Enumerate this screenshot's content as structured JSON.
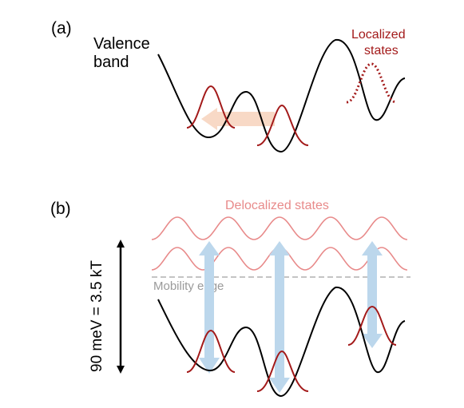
{
  "panel_a": {
    "label": "(a)",
    "valence_label_line1": "Valence",
    "valence_label_line2": "band",
    "localized_label_line1": "Localized",
    "localized_label_line2": "states"
  },
  "panel_b": {
    "label": "(b)",
    "delocalized_label": "Delocalized states",
    "mobility_label": "Mobility edge",
    "energy_label": "90 meV = 3.5 kT"
  },
  "colors": {
    "band": "#000000",
    "localized": "#a31a1a",
    "delocalized": "#e88a8a",
    "hop_arrow": "#f8d9c6",
    "excitation_arrow": "#bcd7ec",
    "mobility_edge": "#b0b0b0"
  }
}
